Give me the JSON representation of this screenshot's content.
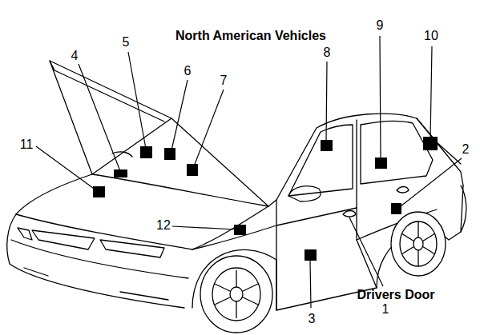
{
  "diagram": {
    "title": "North American Vehicles",
    "labels": [
      "9",
      "10",
      "5",
      "8",
      "4",
      "6",
      "7",
      "11",
      "2",
      "12",
      "Drivers Door",
      "1",
      "3"
    ]
  }
}
